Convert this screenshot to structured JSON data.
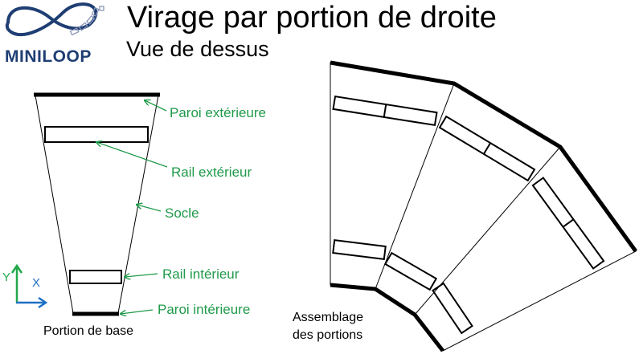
{
  "logo": {
    "text": "MINILOOP"
  },
  "title": "Virage par portion de droite",
  "subtitle": "Vue de dessus",
  "labels": {
    "outer_wall": "Paroi extérieure",
    "outer_rail": "Rail extérieur",
    "base": "Socle",
    "inner_rail": "Rail intérieur",
    "inner_wall": "Paroi intérieure"
  },
  "axes": {
    "y": "Y",
    "x": "X"
  },
  "captions": {
    "base_portion": "Portion de base",
    "assembly_line1": "Assemblage",
    "assembly_line2": "des portions"
  },
  "colors": {
    "label_green": "#1f9a4a",
    "logo_blue": "#1f3e73",
    "axis_y_green": "#22a84a",
    "axis_x_blue": "#1f6fc4"
  }
}
